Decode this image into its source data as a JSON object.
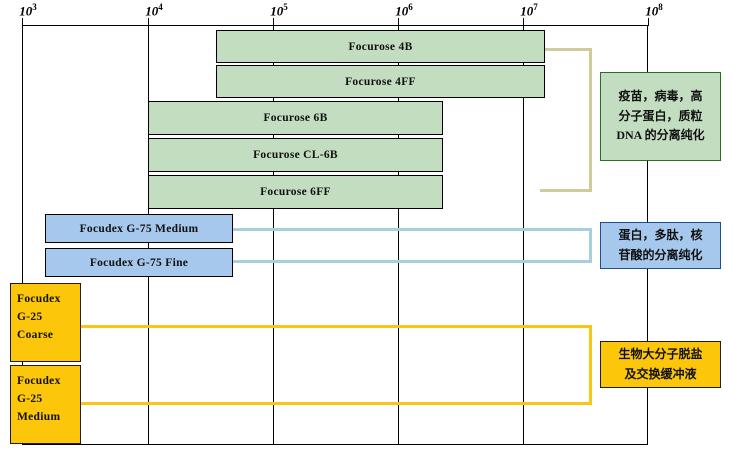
{
  "chart_data": {
    "type": "bar",
    "title": "",
    "xlabel": "",
    "ylabel": "",
    "scale": "log",
    "xlim": [
      1000,
      100000000
    ],
    "grid": true,
    "orientation": "horizontal",
    "axis": {
      "ticks": [
        {
          "label": "10",
          "exp": "3",
          "value": 1000
        },
        {
          "label": "10",
          "exp": "4",
          "value": 10000
        },
        {
          "label": "10",
          "exp": "5",
          "value": 100000
        },
        {
          "label": "10",
          "exp": "6",
          "value": 1000000
        },
        {
          "label": "10",
          "exp": "7",
          "value": 10000000
        },
        {
          "label": "10",
          "exp": "8",
          "value": 100000000
        }
      ]
    },
    "groups": [
      {
        "name": "agarose-group",
        "color": "#c3ddc0",
        "annotation_lines": [
          "疫苗，病毒，高",
          "分子蛋白，质粒",
          "DNA 的分离纯化"
        ],
        "bars": [
          {
            "label": "Focurose 4B",
            "range": [
              60000,
              20000000
            ]
          },
          {
            "label": "Focurose 4FF",
            "range": [
              60000,
              20000000
            ]
          },
          {
            "label": "Focurose 6B",
            "range": [
              10000,
              3000000
            ]
          },
          {
            "label": "Focurose CL-6B",
            "range": [
              10000,
              3000000
            ]
          },
          {
            "label": "Focurose 6FF",
            "range": [
              10000,
              3000000
            ]
          }
        ]
      },
      {
        "name": "dextran-g75-group",
        "color": "#a5c8ec",
        "annotation_lines": [
          "蛋白，多肽，核",
          "苷酸的分离纯化"
        ],
        "bars": [
          {
            "label": "Focudex G-75 Medium",
            "range": [
              1600,
              60000
            ]
          },
          {
            "label": "Focudex G-75 Fine",
            "range": [
              1600,
              60000
            ]
          }
        ]
      },
      {
        "name": "dextran-g25-group",
        "color": "#fcc60a",
        "annotation_lines": [
          "生物大分子脱盐",
          "及交换缓冲液"
        ],
        "bars": [
          {
            "label_lines": [
              "Focudex",
              "G-25",
              "Coarse"
            ],
            "range": [
              1000,
              2000
            ]
          },
          {
            "label_lines": [
              "Focudex",
              "G-25",
              "Medium"
            ],
            "range": [
              1000,
              2000
            ]
          }
        ]
      }
    ],
    "colors": {
      "green_fill": "#c3ddc0",
      "blue_fill": "#a5c8ec",
      "yellow_fill": "#fcc60a",
      "green_bracket": "#cfcb9a",
      "blue_bracket": "#a8cfdd",
      "yellow_bracket": "#fbc513",
      "axis": "#000000",
      "background": "#ffffff"
    }
  }
}
